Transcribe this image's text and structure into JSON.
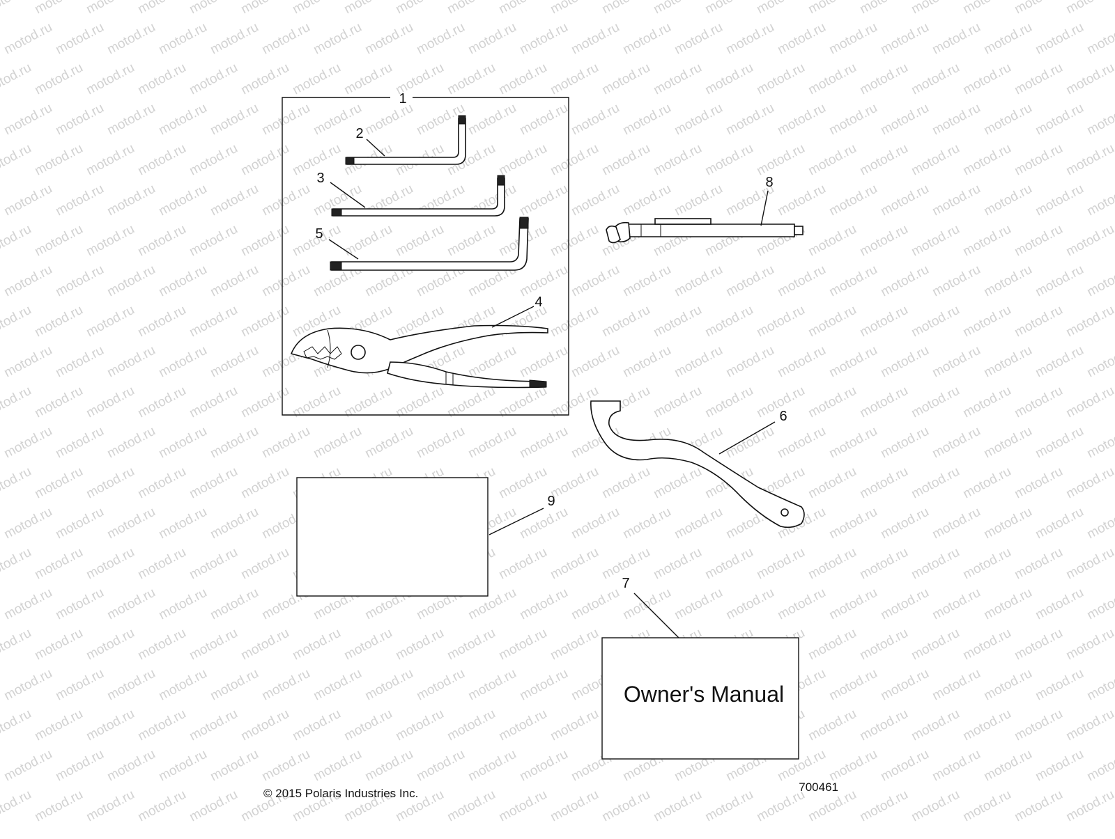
{
  "callouts": {
    "c1": "1",
    "c2": "2",
    "c3": "3",
    "c4": "4",
    "c5": "5",
    "c6": "6",
    "c7": "7",
    "c8": "8",
    "c9": "9"
  },
  "manual_label": "Owner's Manual",
  "footer": {
    "copyright": "© 2015 Polaris Industries Inc.",
    "code": "700461"
  },
  "watermark": "motod.ru",
  "colors": {
    "line": "#111111",
    "watermark": "#d2d2d2",
    "background": "#ffffff"
  }
}
